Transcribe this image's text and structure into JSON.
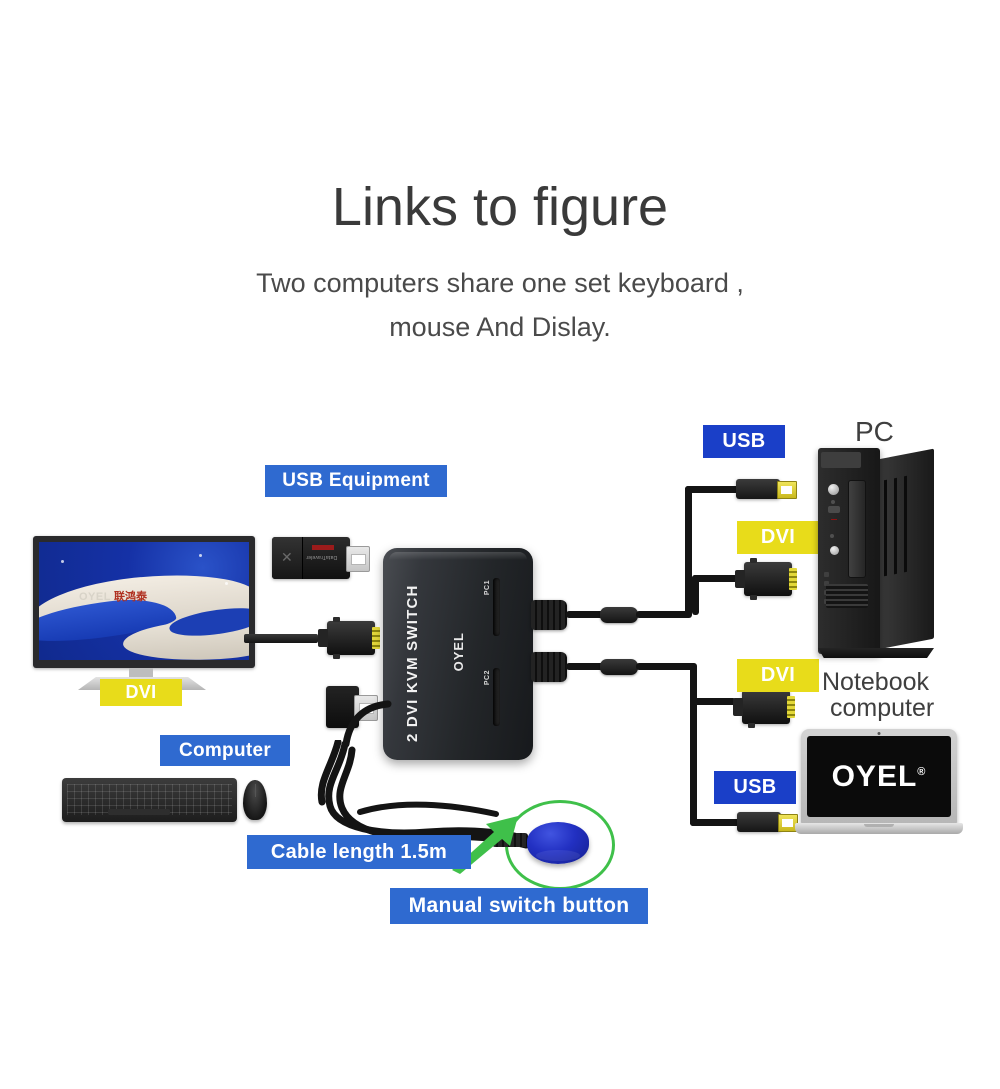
{
  "heading": {
    "title": "Links to figure",
    "subtitle_line1": "Two computers share one set keyboard ,",
    "subtitle_line2": "mouse And Dislay."
  },
  "colors": {
    "label_blue_light": "#2f6ad0",
    "label_blue_deep": "#1a3fc8",
    "label_yellow": "#e8dc1a",
    "label_text": "#ffffff",
    "highlight_green": "#3fc04a",
    "switch_button_blue": "#2230c2",
    "heading_text": "#3a3a3a"
  },
  "labels": {
    "usb_equipment": "USB Equipment",
    "dvi_monitor": "DVI",
    "computer": "Computer",
    "cable_length": "Cable length 1.5m",
    "manual_switch": "Manual switch button",
    "usb_pc": "USB",
    "dvi_pc": "DVI",
    "dvi_notebook": "DVI",
    "usb_notebook": "USB",
    "pc": "PC",
    "notebook_line1": "Notebook",
    "notebook_line2": "computer"
  },
  "device": {
    "face_text": "2 DVI KVM SWITCH",
    "brand": "OYEL",
    "port_1": "PC1",
    "port_2": "PC2"
  },
  "monitor": {
    "logo_en": "OYEL",
    "logo_cn": "联鸿泰",
    "dvi_badge": "DVI"
  },
  "laptop": {
    "logo": "OYEL",
    "logo_mark": "®"
  },
  "icons": {
    "arrow": "green-arrow-icon",
    "highlight_circle": "green-circle-highlight-icon",
    "flash_drive": "usb-flash-drive-icon",
    "usb_dongle": "usb-dongle-icon"
  }
}
